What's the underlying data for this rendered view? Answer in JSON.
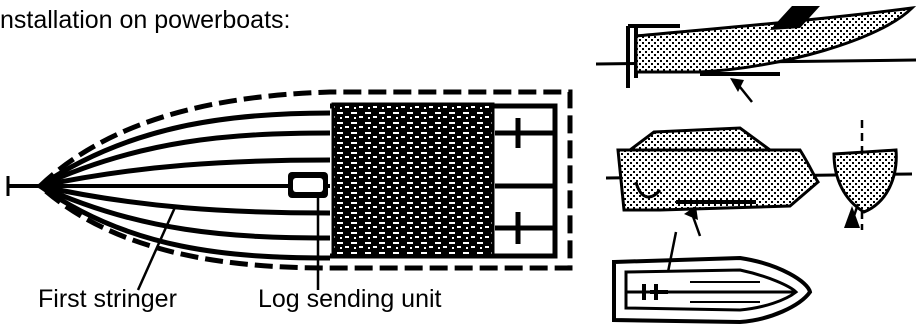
{
  "heading": "nstallation on powerboats:",
  "labels": {
    "first_stringer": "First stringer",
    "log_sending_unit": "Log sending unit"
  },
  "colors": {
    "ink": "#000000",
    "paper": "#ffffff"
  }
}
